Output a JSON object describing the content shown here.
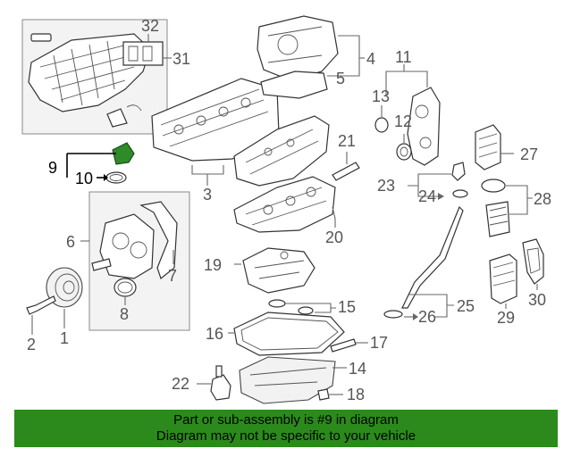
{
  "labels": {
    "n1": "1",
    "n2": "2",
    "n3": "3",
    "n4": "4",
    "n5": "5",
    "n6": "6",
    "n7": "7",
    "n8": "8",
    "n9": "9",
    "n10": "10",
    "n11": "11",
    "n12": "12",
    "n13": "13",
    "n14": "14",
    "n15": "15",
    "n16": "16",
    "n17": "17",
    "n18": "18",
    "n19": "19",
    "n20": "20",
    "n21": "21",
    "n22": "22",
    "n23": "23",
    "n24": "24",
    "n25": "25",
    "n26": "26",
    "n27": "27",
    "n28": "28",
    "n29": "29",
    "n30": "30",
    "n31": "31",
    "n32": "32"
  },
  "banner": {
    "line1": "Part or sub-assembly is #9 in diagram",
    "line2": "Diagram may not be specific to your vehicle"
  },
  "colors": {
    "banner": "#2b8a1b",
    "highlight_part": "#2f8a2a"
  }
}
